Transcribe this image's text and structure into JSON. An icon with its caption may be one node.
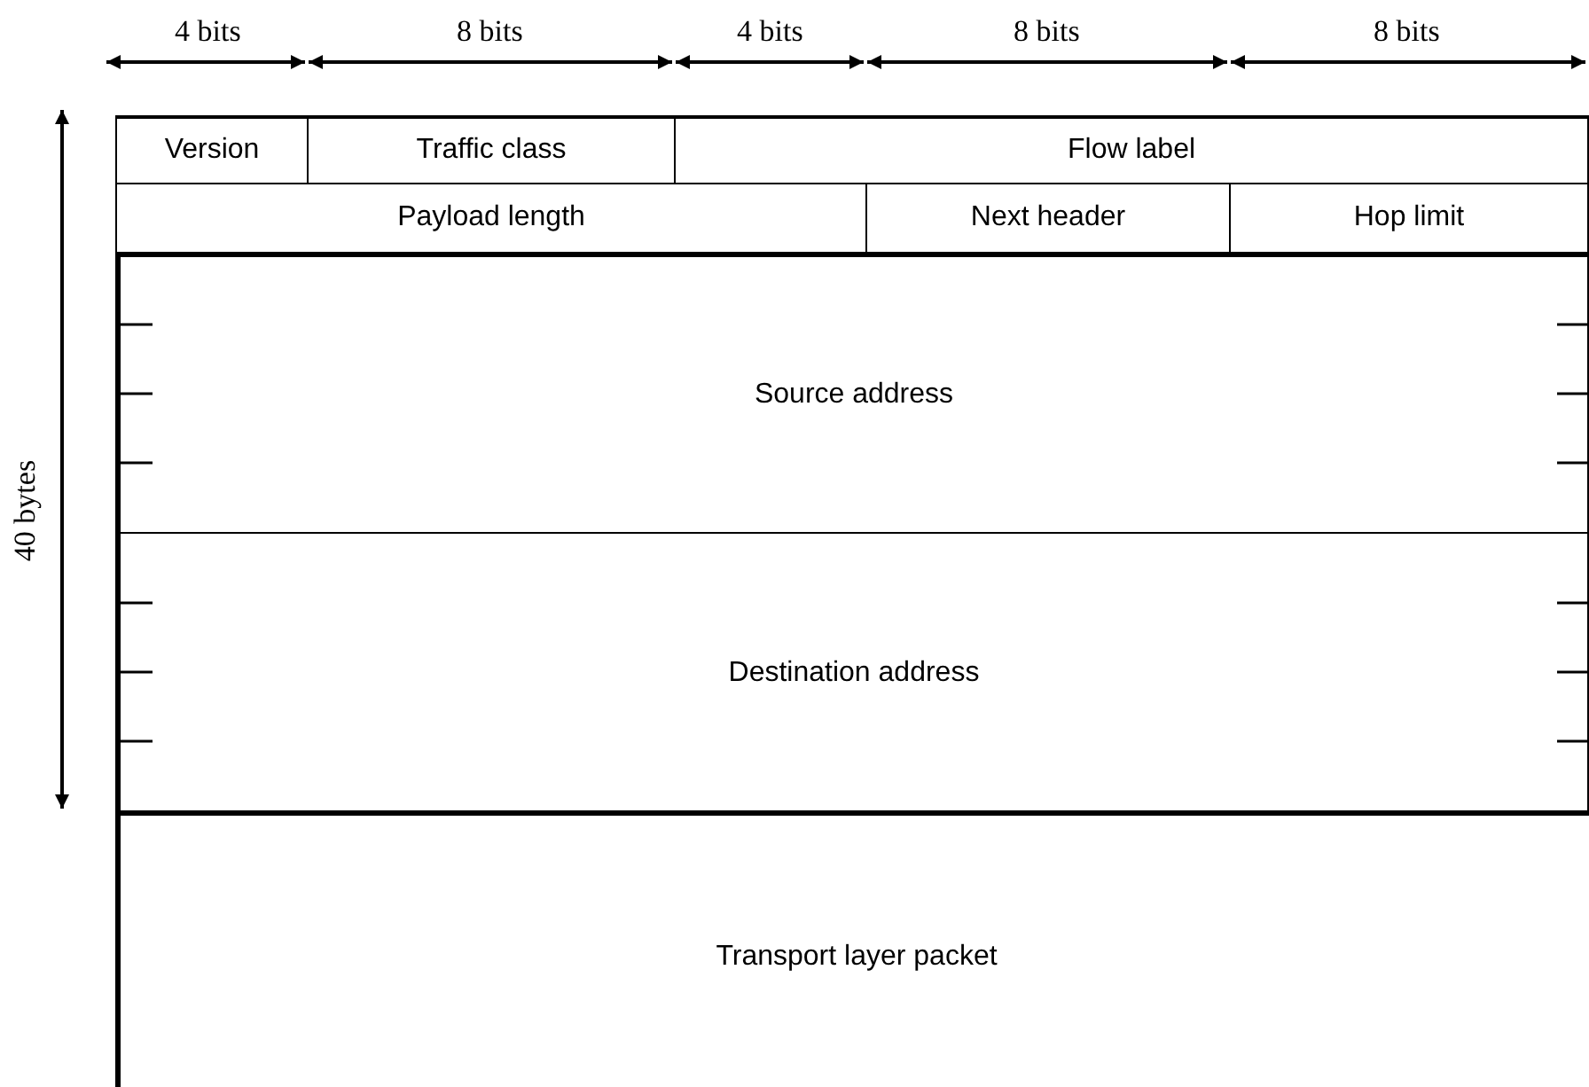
{
  "diagram": {
    "nodes": [
      {
        "text": [
          "Version"
        ]
      },
      {
        "text": [
          "Traffic class"
        ]
      },
      {
        "text": [
          "Flow label"
        ]
      },
      {
        "text": [
          "Payload length"
        ]
      },
      {
        "text": [
          "Next header"
        ]
      },
      {
        "text": [
          "Hop limit"
        ]
      },
      {
        "text": [
          "Source address"
        ]
      },
      {
        "text": [
          "Destination address"
        ]
      },
      {
        "text": [
          "Transport layer packet"
        ]
      }
    ],
    "edges": [],
    "labels": [
      "4 bits",
      "8 bits",
      "4 bits",
      "8 bits",
      "8 bits",
      "40 bytes"
    ]
  }
}
